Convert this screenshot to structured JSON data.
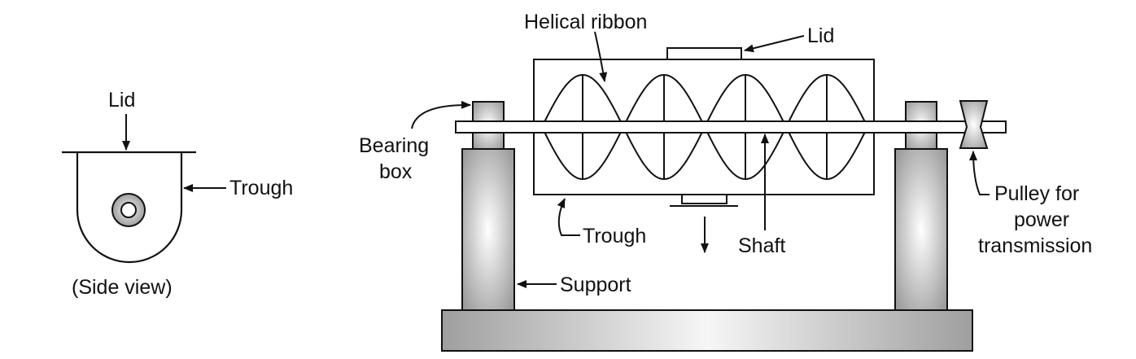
{
  "side_view": {
    "lid_label": "Lid",
    "trough_label": "Trough",
    "caption": "(Side view)"
  },
  "main_view": {
    "helical_ribbon_label": "Helical ribbon",
    "lid_label": "Lid",
    "bearing_box_label_line1": "Bearing",
    "bearing_box_label_line2": "box",
    "trough_label": "Trough",
    "shaft_label": "Shaft",
    "support_label": "Support",
    "pulley_label_line1": "Pulley for",
    "pulley_label_line2": "power",
    "pulley_label_line3": "transmission"
  },
  "colors": {
    "line": "#111111",
    "gray_light": "#f4f4f4",
    "gray_dark": "#a6a6a6"
  }
}
